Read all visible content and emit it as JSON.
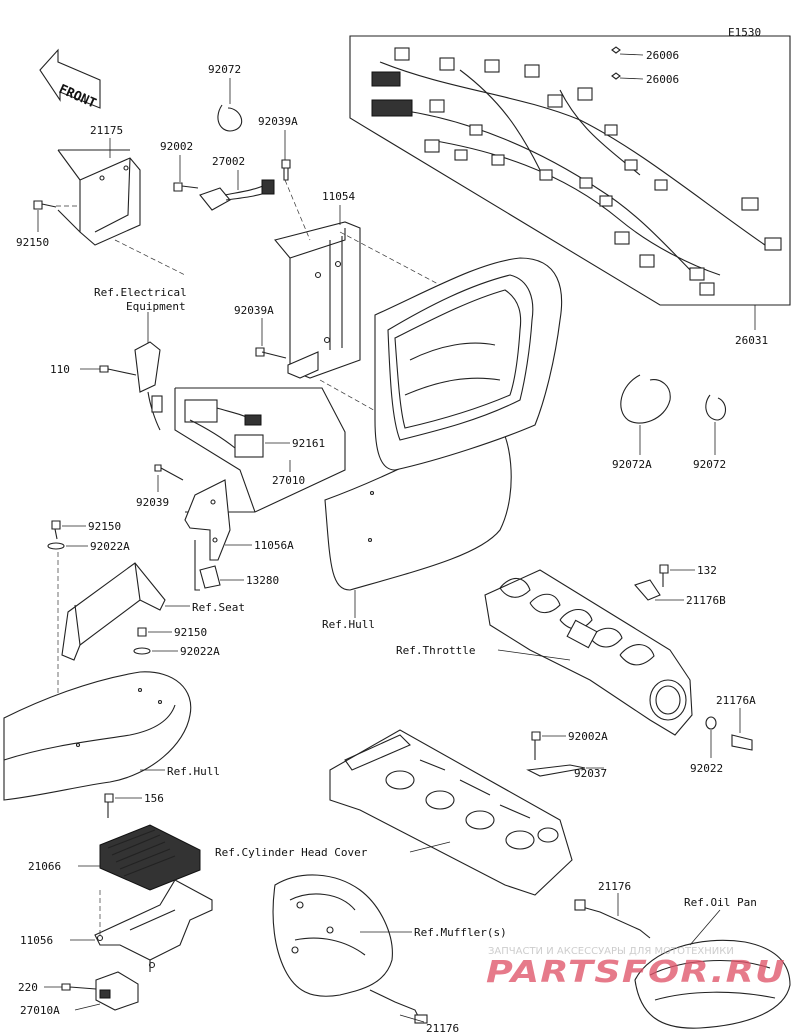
{
  "diagram_code": "E1530",
  "front_label": "FRONT",
  "watermark": {
    "caption": "ЗАПЧАСТИ И АКСЕССУАРЫ ДЛЯ МОТОТЕХНИКИ",
    "logo_text": "PARTSFOR.RU",
    "color": "#e0556a"
  },
  "labels": {
    "p26006_a": "26006",
    "p26006_b": "26006",
    "p26031": "26031",
    "p92072_top": "92072",
    "p92039a_top": "92039A",
    "p92002": "92002",
    "p27002": "27002",
    "p11054": "11054",
    "p21175": "21175",
    "p92150_top": "92150",
    "ref_electrical_1": "Ref.Electrical",
    "ref_electrical_2": "Equipment",
    "p92039a_mid": "92039A",
    "p110": "110",
    "p92161": "92161",
    "p27010": "27010",
    "p92039": "92039",
    "p11056a": "11056A",
    "p13280": "13280",
    "p92150_a": "92150",
    "p92022a_a": "92022A",
    "ref_seat": "Ref.Seat",
    "p92150_b": "92150",
    "p92022a_b": "92022A",
    "ref_hull_left": "Ref.Hull",
    "ref_hull_mid": "Ref.Hull",
    "p92072a": "92072A",
    "p92072_right": "92072",
    "p132": "132",
    "p21176b": "21176B",
    "ref_throttle": "Ref.Throttle",
    "p21176a": "21176A",
    "p92022": "92022",
    "p92002a": "92002A",
    "p92037": "92037",
    "p156": "156",
    "p21066": "21066",
    "ref_cylinder_head_cover": "Ref.Cylinder Head Cover",
    "p11056": "11056",
    "ref_mufflers": "Ref.Muffler(s)",
    "p21176_right": "21176",
    "ref_oil_pan": "Ref.Oil Pan",
    "p220": "220",
    "p27010a": "27010A",
    "p21176_bottom": "21176"
  }
}
